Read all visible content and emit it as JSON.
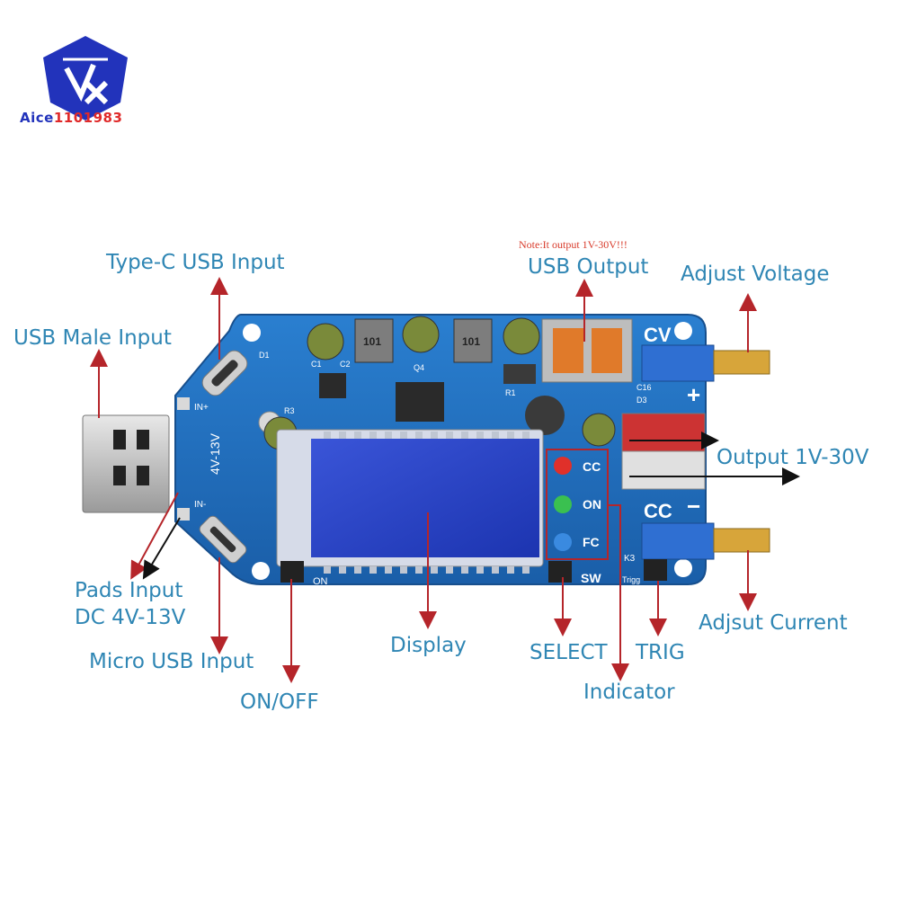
{
  "logo": {
    "brand_part1": "Aice",
    "brand_part2": "1101983",
    "mark_icon": "diamond-shield-logo"
  },
  "labels": {
    "type_c_input": "Type-C USB Input",
    "usb_male_input": "USB Male Input",
    "note": "Note:It output 1V-30V!!!",
    "usb_output": "USB Output",
    "adjust_voltage": "Adjust Voltage",
    "output_range": "Output 1V-30V",
    "pads_input_line1": "Pads Input",
    "pads_input_line2": "DC 4V-13V",
    "micro_usb_input": "Micro USB Input",
    "on_off": "ON/OFF",
    "display": "Display",
    "select": "SELECT",
    "trig": "TRIG",
    "indicator": "Indicator",
    "adjust_current": "Adjsut Current"
  },
  "board_silkscreen": {
    "cv": "CV",
    "cc": "CC",
    "plus": "+",
    "minus": "−",
    "led_cc": "CC",
    "led_on": "ON",
    "led_fc": "FC",
    "sw": "SW",
    "on": "ON",
    "in_plus": "IN+",
    "in_minus": "IN-",
    "voltage_range": "4V-13V",
    "k3": "K3",
    "trigger": "Trigg",
    "d1": "D1",
    "c1": "C1",
    "c2": "C2",
    "q4": "Q4",
    "r1": "R1",
    "r3": "R3",
    "c16": "C16",
    "d3": "D3",
    "inductor1": "101",
    "inductor2": "101"
  },
  "colors": {
    "callout_text": "#2f86b4",
    "note_text": "#d83a2a",
    "arrow_red": "#b5252a",
    "arrow_black": "#111111",
    "pcb_blue": "#1f6fbf",
    "lcd_blue": "#2a45c8",
    "logo_blue": "#2233bb",
    "logo_red": "#e02a2a"
  }
}
